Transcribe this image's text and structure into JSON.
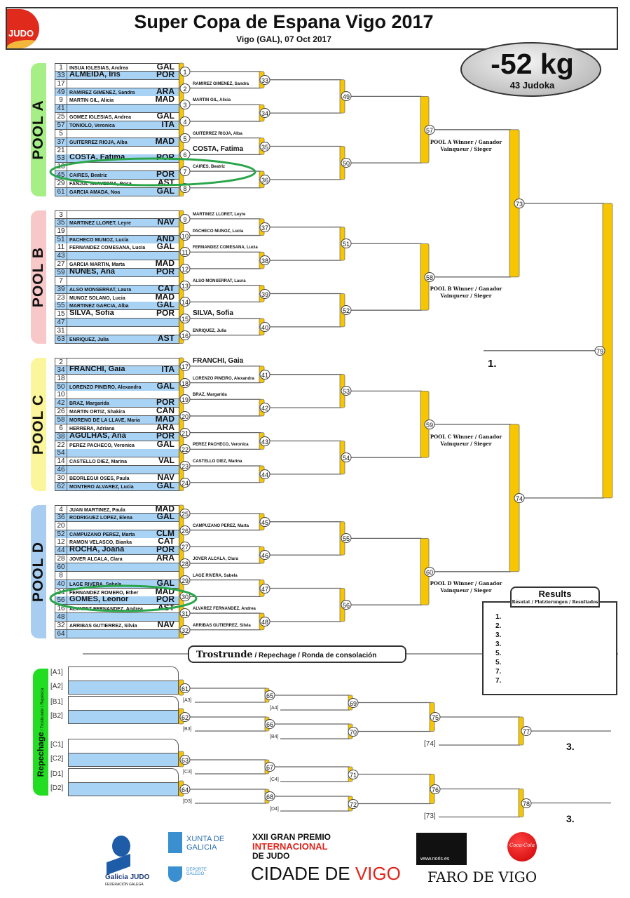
{
  "header": {
    "logo_text": "JUDO",
    "title": "Super Copa de Espana Vigo 2017",
    "subtitle": "Vigo (GAL), 07 Oct 2017",
    "weight": "-52 kg",
    "judoka_count": "43 Judoka"
  },
  "colors": {
    "pool_a": "#a6ee86",
    "pool_b": "#f8c8c8",
    "pool_c": "#fbf59c",
    "pool_d": "#a9cdf0",
    "row_alt": "#a9d3f5",
    "bar": "#f7c600",
    "annotation": "#2aa54a",
    "repechage_tab": "#22dd22"
  },
  "pools": [
    {
      "label": "POOL A",
      "winner_label": "POOL A Winner / Ganador",
      "winner_sub": "Vainqueur / Sieger",
      "entries": [
        {
          "no": "1",
          "name": "INSUA IGLESIAS, Andrea",
          "country": "GAL"
        },
        {
          "no": "33",
          "name": "ALMEIDA, Iris",
          "country": "POR",
          "emphasis": true
        },
        {
          "no": "17",
          "name": "",
          "country": ""
        },
        {
          "no": "49",
          "name": "RAMIREZ GIMENEZ, Sandra",
          "country": "ARA"
        },
        {
          "no": "9",
          "name": "MARTIN GIL, Alicia",
          "country": "MAD"
        },
        {
          "no": "41",
          "name": "",
          "country": ""
        },
        {
          "no": "25",
          "name": "GOMEZ IGLESIAS, Andrea",
          "country": "GAL"
        },
        {
          "no": "57",
          "name": "TONIOLO, Veronica",
          "country": "ITA"
        },
        {
          "no": "5",
          "name": "",
          "country": ""
        },
        {
          "no": "37",
          "name": "GUITERREZ RIOJA, Alba",
          "country": "MAD"
        },
        {
          "no": "21",
          "name": "",
          "country": ""
        },
        {
          "no": "53",
          "name": "COSTA, Fatima",
          "country": "POR",
          "emphasis": true
        },
        {
          "no": "13",
          "name": "",
          "country": ""
        },
        {
          "no": "45",
          "name": "CAIRES, Beatriz",
          "country": "POR"
        },
        {
          "no": "29",
          "name": "FANJUL SAAVEDRA, Rosa",
          "country": "AST"
        },
        {
          "no": "61",
          "name": "GARCIA AMADA, Noa",
          "country": "GAL"
        }
      ],
      "r1": [
        {
          "no": "1",
          "winner": ""
        },
        {
          "no": "2",
          "winner": "RAMIREZ GIMENEZ, Sandra"
        },
        {
          "no": "3",
          "winner": "MARTIN GIL, Alicia"
        },
        {
          "no": "4",
          "winner": ""
        },
        {
          "no": "5",
          "winner": "GUITERREZ RIOJA, Alba"
        },
        {
          "no": "6",
          "winner": "COSTA, Fatima",
          "emphasis": true
        },
        {
          "no": "7",
          "winner": "CAIRES, Beatriz"
        },
        {
          "no": "8",
          "winner": ""
        }
      ],
      "r2": [
        "33",
        "34",
        "35",
        "36"
      ],
      "r3": [
        "49",
        "50"
      ],
      "r4": "57"
    },
    {
      "label": "POOL B",
      "winner_label": "POOL B Winner / Ganador",
      "winner_sub": "Vainqueur / Sieger",
      "entries": [
        {
          "no": "3",
          "name": "",
          "country": ""
        },
        {
          "no": "35",
          "name": "MARTINEZ LLORET, Leyre",
          "country": "NAV"
        },
        {
          "no": "19",
          "name": "",
          "country": ""
        },
        {
          "no": "51",
          "name": "PACHECO MUNOZ, Lucia",
          "country": "AND"
        },
        {
          "no": "11",
          "name": "FERNANDEZ COMESANA, Lucia",
          "country": "GAL"
        },
        {
          "no": "43",
          "name": "",
          "country": ""
        },
        {
          "no": "27",
          "name": "GARCIA MARTIN, Marta",
          "country": "MAD"
        },
        {
          "no": "59",
          "name": "NUNES, Ana",
          "country": "POR",
          "emphasis": true
        },
        {
          "no": "7",
          "name": "",
          "country": ""
        },
        {
          "no": "39",
          "name": "ALSO MONSERRAT, Laura",
          "country": "CAT"
        },
        {
          "no": "23",
          "name": "MUNOZ SOLANO, Lucia",
          "country": "MAD"
        },
        {
          "no": "55",
          "name": "MARTINEZ GARCIA, Alba",
          "country": "GAL"
        },
        {
          "no": "15",
          "name": "SILVA, Sofia",
          "country": "POR",
          "emphasis": true
        },
        {
          "no": "47",
          "name": "",
          "country": ""
        },
        {
          "no": "31",
          "name": "",
          "country": ""
        },
        {
          "no": "63",
          "name": "ENRIQUEZ, Julia",
          "country": "AST"
        }
      ],
      "r1": [
        {
          "no": "9",
          "winner": "MARTINEZ LLORET, Leyre"
        },
        {
          "no": "10",
          "winner": "PACHECO MUNOZ, Lucia"
        },
        {
          "no": "11",
          "winner": "FERNANDEZ COMESANA, Lucia"
        },
        {
          "no": "12",
          "winner": ""
        },
        {
          "no": "13",
          "winner": "ALSO MONSERRAT, Laura"
        },
        {
          "no": "14",
          "winner": ""
        },
        {
          "no": "15",
          "winner": "SILVA, Sofia",
          "emphasis": true
        },
        {
          "no": "16",
          "winner": "ENRIQUEZ, Julia"
        }
      ],
      "r2": [
        "37",
        "38",
        "39",
        "40"
      ],
      "r3": [
        "51",
        "52"
      ],
      "r4": "58"
    },
    {
      "label": "POOL C",
      "winner_label": "POOL C Winner / Ganador",
      "winner_sub": "Vainqueur / Sieger",
      "entries": [
        {
          "no": "2",
          "name": "",
          "country": ""
        },
        {
          "no": "34",
          "name": "FRANCHI, Gaia",
          "country": "ITA",
          "emphasis": true
        },
        {
          "no": "18",
          "name": "",
          "country": ""
        },
        {
          "no": "50",
          "name": "LORENZO PINEIRO, Alexandra",
          "country": "GAL"
        },
        {
          "no": "10",
          "name": "",
          "country": ""
        },
        {
          "no": "42",
          "name": "BRAZ, Margarida",
          "country": "POR"
        },
        {
          "no": "26",
          "name": "MARTIN ORTIZ, Shakira",
          "country": "CAN"
        },
        {
          "no": "58",
          "name": "MORENO DE LA LLAVE, Maria",
          "country": "MAD"
        },
        {
          "no": "6",
          "name": "HERRERA, Adriana",
          "country": "ARA"
        },
        {
          "no": "38",
          "name": "AGULHAS, Ana",
          "country": "POR",
          "emphasis": true
        },
        {
          "no": "22",
          "name": "PEREZ PACHECO, Veronica",
          "country": "GAL"
        },
        {
          "no": "54",
          "name": "",
          "country": ""
        },
        {
          "no": "14",
          "name": "CASTELLO DIEZ, Marina",
          "country": "VAL"
        },
        {
          "no": "46",
          "name": "",
          "country": ""
        },
        {
          "no": "30",
          "name": "BEORLEGUI OSES, Paula",
          "country": "NAV"
        },
        {
          "no": "62",
          "name": "MONTERO ALVAREZ, Lucia",
          "country": "GAL"
        }
      ],
      "r1": [
        {
          "no": "17",
          "winner": "FRANCHI, Gaia",
          "emphasis": true
        },
        {
          "no": "18",
          "winner": "LORENZO PINEIRO, Alexandra"
        },
        {
          "no": "19",
          "winner": "BRAZ, Margarida"
        },
        {
          "no": "20",
          "winner": ""
        },
        {
          "no": "21",
          "winner": ""
        },
        {
          "no": "22",
          "winner": "PEREZ PACHECO, Veronica"
        },
        {
          "no": "23",
          "winner": "CASTELLO DIEZ, Marina"
        },
        {
          "no": "24",
          "winner": ""
        }
      ],
      "r2": [
        "41",
        "42",
        "43",
        "44"
      ],
      "r3": [
        "53",
        "54"
      ],
      "r4": "59"
    },
    {
      "label": "POOL D",
      "winner_label": "POOL D Winner / Ganador",
      "winner_sub": "Vainqueur / Sieger",
      "entries": [
        {
          "no": "4",
          "name": "JUAN MARTINEZ, Paula",
          "country": "MAD"
        },
        {
          "no": "36",
          "name": "RODRIGUEZ LOPEZ, Elena",
          "country": "GAL"
        },
        {
          "no": "20",
          "name": "",
          "country": ""
        },
        {
          "no": "52",
          "name": "CAMPUZANO PEREZ, Marta",
          "country": "CLM"
        },
        {
          "no": "12",
          "name": "RAMON VELASCO, Bianka",
          "country": "CAT"
        },
        {
          "no": "44",
          "name": "ROCHA, Joana",
          "country": "POR",
          "emphasis": true
        },
        {
          "no": "28",
          "name": "JOVER ALCALA, Clara",
          "country": "ARA"
        },
        {
          "no": "60",
          "name": "",
          "country": ""
        },
        {
          "no": "8",
          "name": "",
          "country": ""
        },
        {
          "no": "40",
          "name": "LAGE RIVERA, Sabela",
          "country": "GAL"
        },
        {
          "no": "24",
          "name": "FERNANDEZ ROMERO, Ether",
          "country": "MAD"
        },
        {
          "no": "56",
          "name": "GOMES, Leonor",
          "country": "POR",
          "emphasis": true
        },
        {
          "no": "16",
          "name": "ALVAREZ FERNANDEZ, Andrea",
          "country": "AST"
        },
        {
          "no": "48",
          "name": "",
          "country": ""
        },
        {
          "no": "32",
          "name": "ARRIBAS GUTIERREZ, Silvia",
          "country": "NAV"
        },
        {
          "no": "64",
          "name": "",
          "country": ""
        }
      ],
      "r1": [
        {
          "no": "25",
          "winner": ""
        },
        {
          "no": "26",
          "winner": "CAMPUZANO PEREZ, Marta"
        },
        {
          "no": "27",
          "winner": ""
        },
        {
          "no": "28",
          "winner": "JOVER ALCALA, Clara"
        },
        {
          "no": "29",
          "winner": "LAGE RIVERA, Sabela"
        },
        {
          "no": "30",
          "winner": ""
        },
        {
          "no": "31",
          "winner": "ALVAREZ FERNANDEZ, Andrea"
        },
        {
          "no": "32",
          "winner": "ARRIBAS GUTIERREZ, Silvia"
        }
      ],
      "r2": [
        "45",
        "46",
        "47",
        "48"
      ],
      "r3": [
        "55",
        "56"
      ],
      "r4": "60"
    }
  ],
  "semis": [
    "73",
    "74"
  ],
  "final": {
    "no": "79",
    "place": "1."
  },
  "results": {
    "title": "Results",
    "subtitle": "Résutat / Platzierungen / Resultados",
    "places": [
      "1.",
      "2.",
      "3.",
      "3.",
      "5.",
      "5.",
      "7.",
      "7."
    ]
  },
  "repechage": {
    "header_main": "Trostrunde",
    "header_rest": " / Repechage / Ronda de consolación",
    "tab_main": "Repechage",
    "tab_sub": " / Trostrunde / Repesca",
    "slots": [
      "[A1]",
      "[A2]",
      "[B1]",
      "[B2]",
      "[C1]",
      "[C2]",
      "[D1]",
      "[D2]"
    ],
    "r1": [
      "61",
      "62",
      "63",
      "64"
    ],
    "r1_labels": [
      "[A3]",
      "[B3]",
      "[C3]",
      "[D3]"
    ],
    "r2": [
      "65",
      "66",
      "67",
      "68"
    ],
    "r2_labels": [
      "[A4]",
      "[B4]",
      "[C4]",
      "[D4]"
    ],
    "r3": [
      "69",
      "70",
      "71",
      "72"
    ],
    "r4": [
      "75",
      "76"
    ],
    "r4_labels": [
      "[74]",
      "[73]"
    ],
    "bronze": [
      "77",
      "78"
    ],
    "places": [
      "3.",
      "3."
    ]
  },
  "logos": {
    "galicia_judo": "Galicia JUDO",
    "galicia_judo_sub": "FEDERACIÓN GALEGA",
    "xunta": "XUNTA DE GALICIA",
    "deporte": "DEPORTE GALEGO",
    "gp_line1": "XXII GRAN PREMIO",
    "gp_line2": "INTERNACIONAL",
    "gp_line3": "DE JUDO",
    "gp_city1": "CIDADE DE ",
    "gp_city2": "VIGO",
    "noris": "www.noris.es",
    "faro": "FARO DE VIGO",
    "coke": "Coca-Cola"
  }
}
